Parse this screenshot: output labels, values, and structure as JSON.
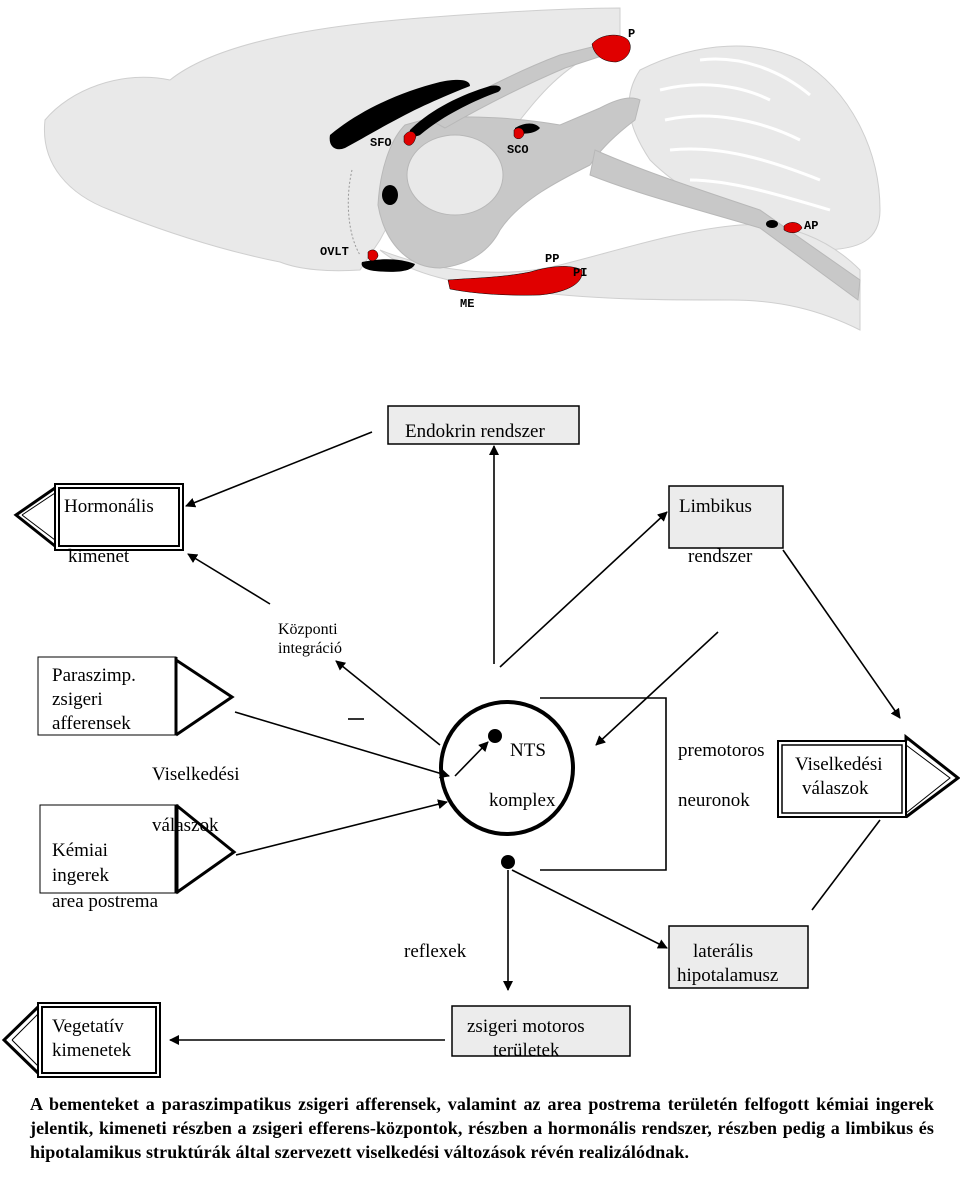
{
  "brain": {
    "labels": {
      "sfo": "SFO",
      "sco": "SCO",
      "p": "P",
      "ovlt": "OVLT",
      "pp": "PP",
      "pi": "PI",
      "me": "ME",
      "ap": "AP"
    },
    "colors": {
      "tissue": "#e9e9e9",
      "ventricle": "#c8c8c8",
      "organ": "#e00000",
      "dark": "#000000"
    }
  },
  "diagram": {
    "endokrin": "Endokrin rendszer",
    "hormonalis_1": "Hormonális",
    "hormonalis_2": "kimenet",
    "limbikus_1": "Limbikus",
    "limbikus_2": "rendszer",
    "kozponti_1": "Központi",
    "kozponti_2": "integráció",
    "paraszimp_1": "Paraszimp.",
    "paraszimp_2": "zsigeri",
    "paraszimp_3": "afferensek",
    "viselkedesi_left_1": "Viselkedési",
    "viselkedesi_left_2": "válaszok",
    "kemiai_1": "Kémiai",
    "kemiai_2": "ingerek",
    "kemiai_3": "area postrema",
    "nts": "NTS",
    "komplex": "komplex",
    "premotoros": "premotoros",
    "neuronok": "neuronok",
    "viselkedesi_right_1": "Viselkedési",
    "viselkedesi_right_2": "válaszok",
    "reflexek": "reflexek",
    "lateralis_1": "laterális",
    "lateralis_2": "hipotalamusz",
    "vegetativ_1": "Vegetatív",
    "vegetativ_2": "kimenetek",
    "zsigeri_1": "zsigeri motoros",
    "zsigeri_2": "területek",
    "box_fill": "#ececec"
  },
  "caption": "A bementeket a paraszimpatikus zsigeri afferensek, valamint az area postrema területén felfogott kémiai ingerek jelentik, kimeneti részben a zsigeri efferens-központok, részben a hormonális rendszer, részben pedig a limbikus és hipotalamikus struktúrák által szervezett viselkedési változások révén realizálódnak."
}
